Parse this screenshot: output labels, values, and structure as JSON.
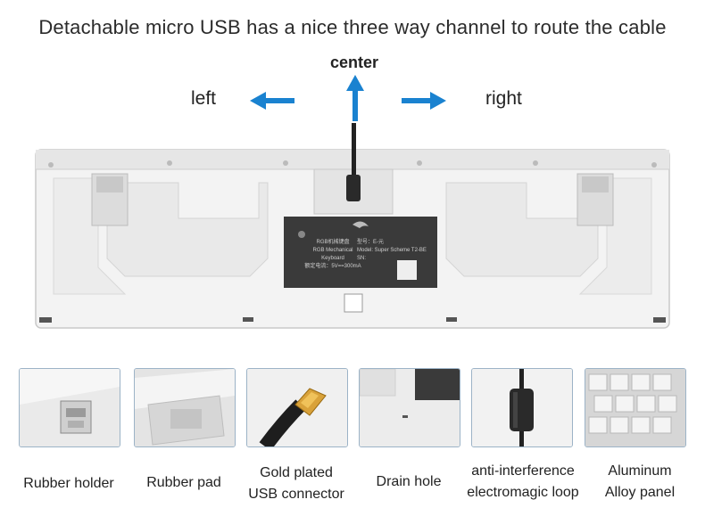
{
  "headline": "Detachable micro USB has a nice three way channel to route the cable",
  "directions": {
    "center": "center",
    "left": "left",
    "right": "right"
  },
  "arrow_color": "#1a82d0",
  "label_plate": {
    "left_lines": [
      "RGB机械键盘",
      "RGB Mechanical Keyboard",
      "额定电流：5V==300mA"
    ],
    "right_lines": [
      "型号：E-元",
      "Model: Super Scheme T2-BE",
      "SN:"
    ]
  },
  "thumbnails": [
    {
      "icon": "rubber-holder",
      "lines": [
        "Rubber holder"
      ]
    },
    {
      "icon": "rubber-pad",
      "lines": [
        "Rubber pad"
      ]
    },
    {
      "icon": "gold-usb",
      "lines": [
        "Gold plated",
        "USB connector"
      ]
    },
    {
      "icon": "drain-hole",
      "lines": [
        "Drain hole"
      ]
    },
    {
      "icon": "ferrite-loop",
      "lines": [
        "anti-interference",
        "electromagic loop"
      ]
    },
    {
      "icon": "aluminum-panel",
      "lines": [
        "Aluminum",
        "Alloy panel"
      ]
    }
  ]
}
